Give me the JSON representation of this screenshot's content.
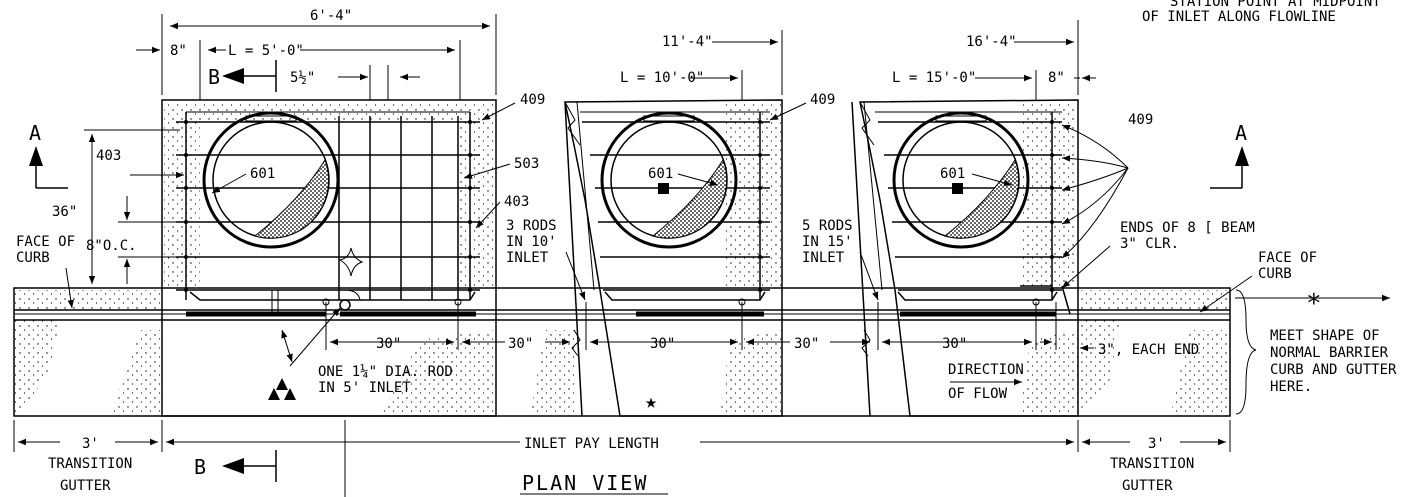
{
  "labels": {
    "station_point_1": "STATION POINT AT MIDPOINT",
    "station_point_2": "OF INLET ALONG FLOWLINE",
    "dim_6_4": "6'-4\"",
    "dim_8_left": "8\"",
    "dim_L5": "L = 5'-0\"",
    "dim_5half": "5½\"",
    "dim_11_4": "11'-4\"",
    "dim_L10": "L = 10'-0\"",
    "dim_16_4": "16'-4\"",
    "dim_L15": "L = 15'-0\"",
    "dim_8_right": "8\"",
    "section_B": "B",
    "section_A": "A",
    "bar_409_a": "409",
    "bar_409_b": "409",
    "bar_409_c": "409",
    "bar_403_a": "403",
    "bar_403_b": "403",
    "bar_503": "503",
    "bar_601_a": "601",
    "bar_601_b": "601",
    "bar_601_c": "601",
    "dim_36": "36\"",
    "dim_8oc": "8\"O.C.",
    "face_curb_l1": "FACE OF",
    "face_curb_l2": "CURB",
    "rods10_1": "3 RODS",
    "rods10_2": "IN 10'",
    "rods10_3": "INLET",
    "rods15_1": "5 RODS",
    "rods15_2": "IN 15'",
    "rods15_3": "INLET",
    "ends_beam": "ENDS OF 8 [ BEAM",
    "clr": "3\" CLR.",
    "face_curb_r1": "FACE OF",
    "face_curb_r2": "CURB",
    "dim_30_a": "30\"",
    "dim_30_b": "30\"",
    "dim_30_c": "30\"",
    "dim_30_d": "30\"",
    "dim_30_e": "30\"",
    "each_end": "3\", EACH END",
    "rod_1": "ONE 1¼\" DIA. ROD",
    "rod_2": "IN 5' INLET",
    "direction_1": "DIRECTION",
    "direction_2": "OF FLOW",
    "meet_1": "MEET SHAPE OF",
    "meet_2": "NORMAL BARRIER",
    "meet_3": "CURB AND GUTTER",
    "meet_4": "HERE.",
    "pay_length": "INLET PAY LENGTH",
    "dim_3_left": "3'",
    "dim_3_right": "3'",
    "transition_l1": "TRANSITION",
    "transition_l2": "GUTTER",
    "transition_r1": "TRANSITION",
    "transition_r2": "GUTTER",
    "plan_view": "PLAN VIEW",
    "asterisk": "*",
    "star": "★"
  }
}
